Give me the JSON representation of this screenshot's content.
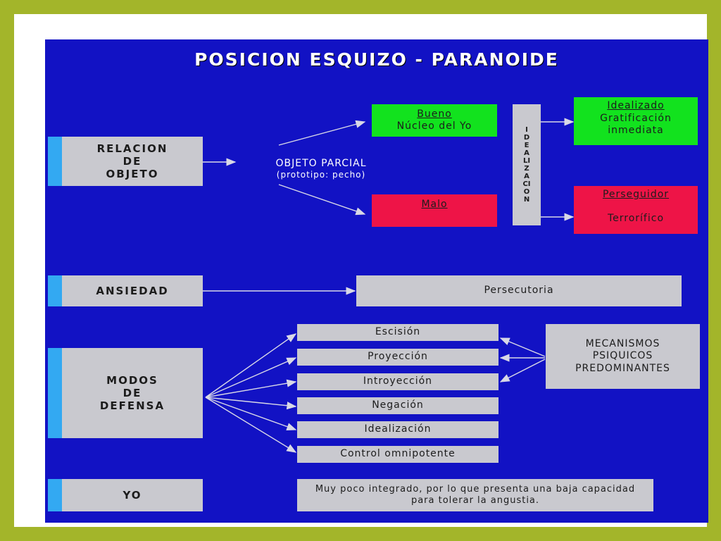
{
  "title": "POSICION  ESQUIZO - PARANOIDE",
  "relacion": {
    "label": "RELACION\nDE\nOBJETO",
    "objeto_parcial": "OBJETO PARCIAL",
    "objeto_parcial_sub": "(prototipo: pecho)",
    "bueno_title": "Bueno",
    "bueno_sub": "Núcleo del Yo",
    "malo": "Malo",
    "vertical": "IDEALIZACION",
    "idealizado_title": "Idealizado",
    "idealizado_sub": "Gratificación\ninmediata",
    "perseguidor_title": "Perseguidor",
    "perseguidor_sub": "Terrorífico"
  },
  "ansiedad": {
    "label": "ANSIEDAD",
    "value": "Persecutoria"
  },
  "defensa": {
    "label": "MODOS\nDE\nDEFENSA",
    "items": [
      "Escisión",
      "Proyección",
      "Introyección",
      "Negación",
      "Idealización",
      "Control omnipotente"
    ],
    "mecanismos": "MECANISMOS\nPSIQUICOS\nPREDOMINANTES"
  },
  "yo": {
    "label": "YO",
    "value": "Muy poco integrado, por lo que presenta una baja capacidad para tolerar la angustia."
  },
  "colors": {
    "background": "#1212c4",
    "box": "#c9c9cf",
    "good": "#12e21e",
    "bad": "#ee1447",
    "tab": "#33a9f2",
    "frame": "#a3b52a"
  }
}
